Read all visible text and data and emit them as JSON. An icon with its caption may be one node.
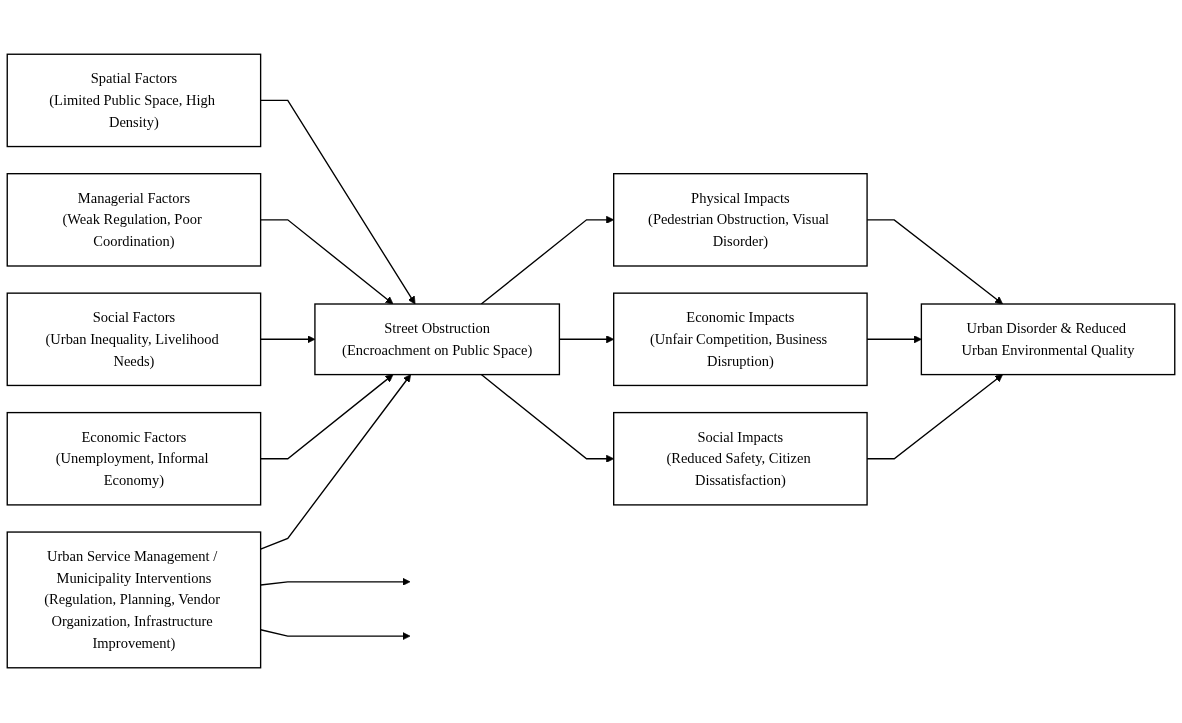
{
  "diagram": {
    "nodes": [
      {
        "text": [
          "Urban Service Management / Municipality Interventions",
          "(Regulation, Planning, Vendor Organization, Infrastructure Improvement)"
        ]
      },
      {
        "text": [
          "Economic Factors",
          "(Unemployment, Informal Economy)"
        ]
      },
      {
        "text": [
          "Social Factors",
          "(Urban Inequality, Livelihood Needs)"
        ]
      },
      {
        "text": [
          "Managerial Factors",
          "(Weak Regulation, Poor Coordination)"
        ]
      },
      {
        "text": [
          "Spatial Factors",
          "(Limited Public Space, High Density)"
        ]
      },
      {
        "text": [
          "Street Obstruction",
          "(Encroachment on Public Space)"
        ]
      },
      {
        "text": [
          "Social Impacts",
          "(Reduced Safety, Citizen Dissatisfaction)"
        ]
      },
      {
        "text": [
          "Economic Impacts",
          "(Unfair Competition, Business Disruption)"
        ]
      },
      {
        "text": [
          "Physical Impacts",
          "(Pedestrian Obstruction, Visual Disorder)"
        ]
      },
      {
        "text": [
          "Urban Disorder & Reduced Urban Environmental Quality"
        ]
      }
    ],
    "edges": [
      {
        "from": 0,
        "to": null,
        "arrow": "to"
      },
      {
        "from": 0,
        "to": 5,
        "arrow": "to"
      },
      {
        "from": 0,
        "to": null,
        "arrow": "to"
      },
      {
        "from": 1,
        "to": 5,
        "arrow": "to"
      },
      {
        "from": 2,
        "to": 5,
        "arrow": "to"
      },
      {
        "from": 3,
        "to": 5,
        "arrow": "to"
      },
      {
        "from": 4,
        "to": 5,
        "arrow": "to"
      },
      {
        "from": 5,
        "to": 6,
        "arrow": "to"
      },
      {
        "from": 5,
        "to": 7,
        "arrow": "to"
      },
      {
        "from": 5,
        "to": 8,
        "arrow": "to"
      },
      {
        "from": 6,
        "to": 9,
        "arrow": "to"
      },
      {
        "from": 7,
        "to": 9,
        "arrow": "to"
      },
      {
        "from": 8,
        "to": 9,
        "arrow": "to"
      }
    ]
  }
}
